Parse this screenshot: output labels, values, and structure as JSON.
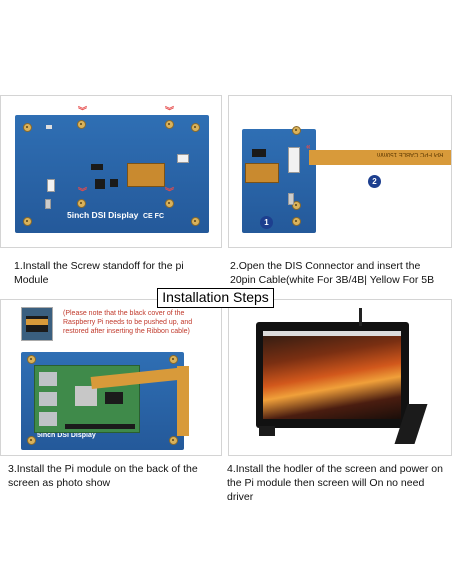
{
  "title": "Installation Steps",
  "steps": [
    {
      "caption": "1.Install the Screw standoff for the pi Module"
    },
    {
      "caption": "2.Open the DIS Connector and insert the 20pin Cable(white For 3B/4B| Yellow For 5B"
    },
    {
      "caption": "3.Install the Pi module on the back of the screen as photo show"
    },
    {
      "caption": "4.Install the hodler of the screen and power on the Pi module then screen will On no need driver"
    }
  ],
  "pcb_label": "5inch DSI Display",
  "cable_label": "RPi FPC CABLE 150mm",
  "markers": [
    "1",
    "2"
  ],
  "note": "(Please note that the black cover of the Raspberry Pi needs to be pushed up, and restored after inserting the Ribbon cable)",
  "colors": {
    "pcb": "#2f6fb4",
    "note": "#c0392b",
    "marker": "#1d3f8f",
    "fpc": "#d89a3a"
  }
}
